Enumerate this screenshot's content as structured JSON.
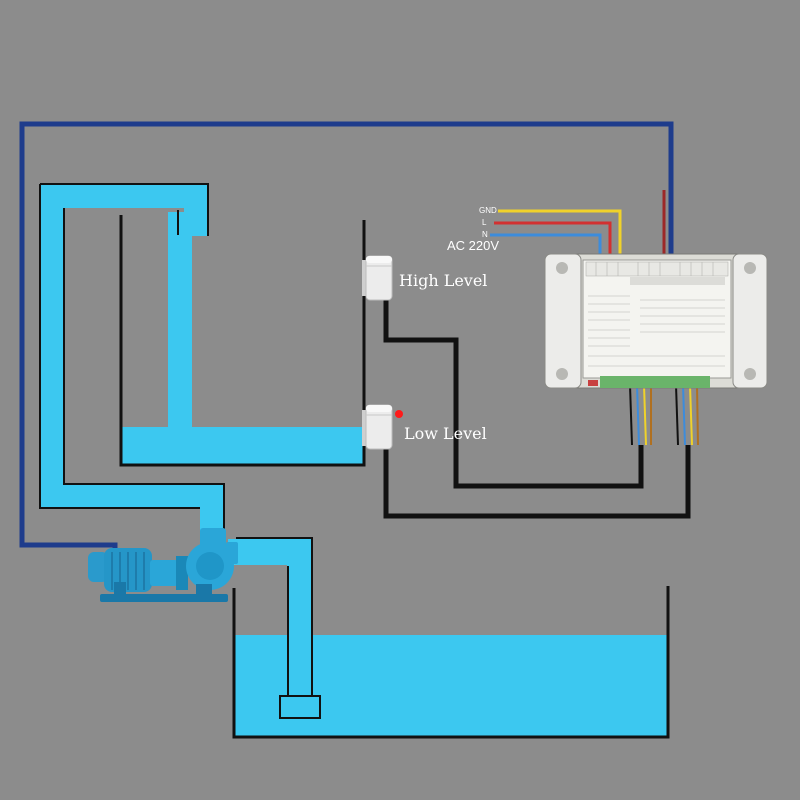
{
  "labels": {
    "high_level": "High Level",
    "low_level": "Low Level",
    "supply": "AC 220V",
    "gnd": "GND",
    "l": "L",
    "n": "N"
  },
  "colors": {
    "background": "#8c8c8c",
    "water": "#3cc8f0",
    "tank_wall": "#111111",
    "signal_wire": "#1e3c8c",
    "sensor_wire": "#111111",
    "wire_gnd": "#f0d22a",
    "wire_l": "#d23030",
    "wire_n": "#3c8cdc"
  },
  "icons": {
    "pump": "pump-motor-icon",
    "sensor": "level-sensor-icon",
    "indicator": "red-indicator-icon",
    "controller": "controller-module-icon"
  }
}
